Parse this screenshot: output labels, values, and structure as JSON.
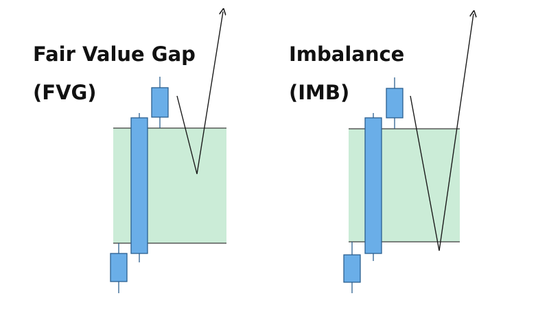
{
  "colors": {
    "zone_fill": "#cbecd7",
    "zone_line": "#3a3a3a",
    "candle_fill": "#6aaee8",
    "candle_stroke": "#2b5f8f",
    "path": "#1a1a1a",
    "text": "#111111"
  },
  "panels": [
    {
      "title_line1": "Fair Value Gap",
      "title_line2": "(FVG)",
      "price_path": "retraces into the gap then moves up"
    },
    {
      "title_line1": "Imbalance",
      "title_line2": "(IMB)",
      "price_path": "retraces through the entire gap then moves up"
    }
  ]
}
